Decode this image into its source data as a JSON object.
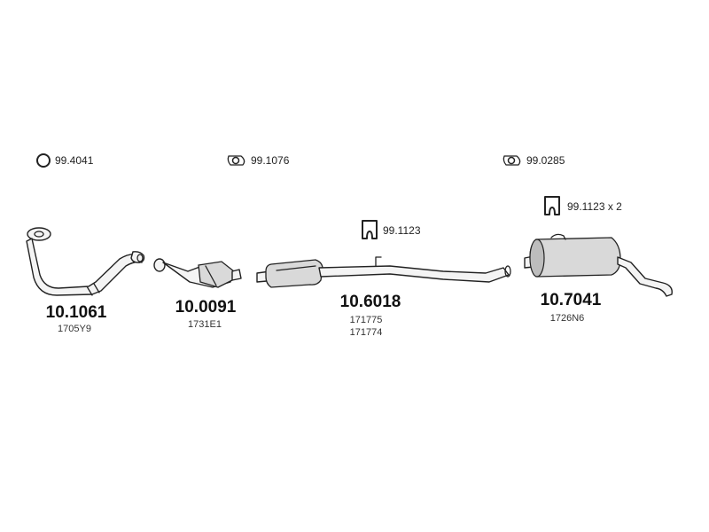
{
  "accessories": [
    {
      "code": "99.4041"
    },
    {
      "code": "99.1076"
    },
    {
      "code": "99.0285"
    },
    {
      "code": "99.1123"
    },
    {
      "code": "99.1123 x 2"
    }
  ],
  "parts": [
    {
      "number": "10.1061",
      "oem": [
        "1705Y9"
      ]
    },
    {
      "number": "10.0091",
      "oem": [
        "1731E1"
      ]
    },
    {
      "number": "10.6018",
      "oem": [
        "171775",
        "171774"
      ]
    },
    {
      "number": "10.7041",
      "oem": [
        "1726N6"
      ]
    }
  ],
  "icons": [
    "ring-gasket-icon",
    "flange-gasket-icon",
    "flange-gasket-icon",
    "rubber-hanger-icon",
    "rubber-hanger-icon"
  ]
}
